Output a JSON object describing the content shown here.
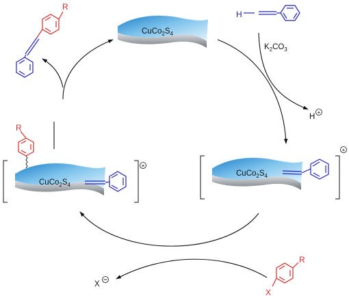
{
  "catalyst_label": "CuCo",
  "catalyst_sub1": "2",
  "catalyst_mid": "S",
  "catalyst_sub2": "4",
  "alkyne_h_label": "H",
  "base_k": "K",
  "base_k_sub": "2",
  "base_co": "CO",
  "base_co_sub": "3",
  "proton_label": "H",
  "proton_charge": "+",
  "complex_charge": "+",
  "substituent_r": "R",
  "halide_x": "X",
  "leaving_group_x": "X",
  "leaving_group_charge": "−",
  "colors": {
    "aryl_red": "#d22f2f",
    "alkyne_blue": "#2424b8",
    "catalyst_blue": "#5aaee0",
    "catalyst_gray": "#a3a8ad",
    "arrow": "#111111"
  }
}
